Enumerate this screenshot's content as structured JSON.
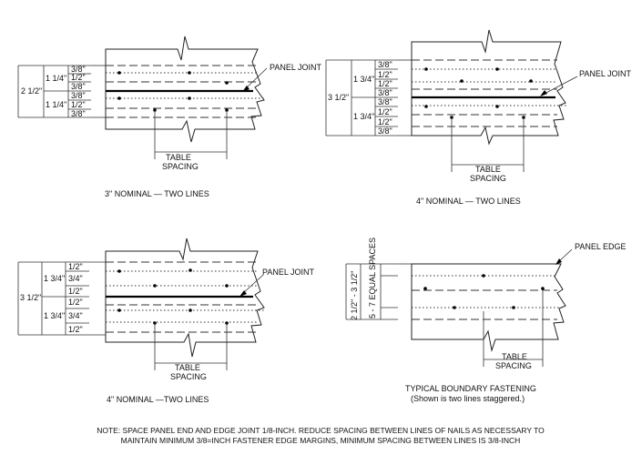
{
  "panels": {
    "p1": {
      "caption": "3\" NOMINAL — TWO LINES",
      "callout": "PANEL JOINT",
      "table_spacing": [
        "TABLE",
        "SPACING"
      ],
      "overall": "2 1/2\"",
      "mids": [
        "1 1/4\"",
        "1 1/4\""
      ],
      "rows": [
        "3/8\"",
        "1/2\"",
        "3/8\"",
        "3/8\"",
        "1/2\"",
        "3/8\""
      ]
    },
    "p2": {
      "caption": "4\" NOMINAL — TWO LINES",
      "callout": "PANEL JOINT",
      "table_spacing": [
        "TABLE",
        "SPACING"
      ],
      "overall": "3 1/2\"",
      "mids": [
        "1 3/4\"",
        "1 3/4\""
      ],
      "rows": [
        "3/8\"",
        "1/2\"",
        "1/2\"",
        "3/8\"",
        "3/8\"",
        "1/2\"",
        "1/2\"",
        "3/8\""
      ]
    },
    "p3": {
      "caption": "4\" NOMINAL —TWO LINES",
      "callout": "PANEL JOINT",
      "table_spacing": [
        "TABLE",
        "SPACING"
      ],
      "overall": "3 1/2\"",
      "mids": [
        "1 3/4\"",
        "1 3/4\""
      ],
      "rows": [
        "1/2\"",
        "3/4\"",
        "1/2\"",
        "1/2\"",
        "3/4\"",
        "1/2\""
      ]
    },
    "p4": {
      "caption": "TYPICAL BOUNDARY FASTENING",
      "subcaption": "(Shown is two lines staggered.)",
      "callout": "PANEL EDGE",
      "table_spacing": [
        "TABLE",
        "SPACING"
      ],
      "overall": "2 1/2\" - 3 1/2\"",
      "spaces": "5 - 7 EQUAL SPACES"
    }
  },
  "note": [
    "NOTE: SPACE PANEL END AND EDGE JOINT 1/8-INCH. REDUCE SPACING BETWEEN LINES OF NAILS AS NECESSARY TO",
    "MAINTAIN MINIMUM 3/8=INCH FASTENER EDGE MARGINS, MINIMUM SPACING BETWEEN LINES IS 3/8-INCH"
  ]
}
